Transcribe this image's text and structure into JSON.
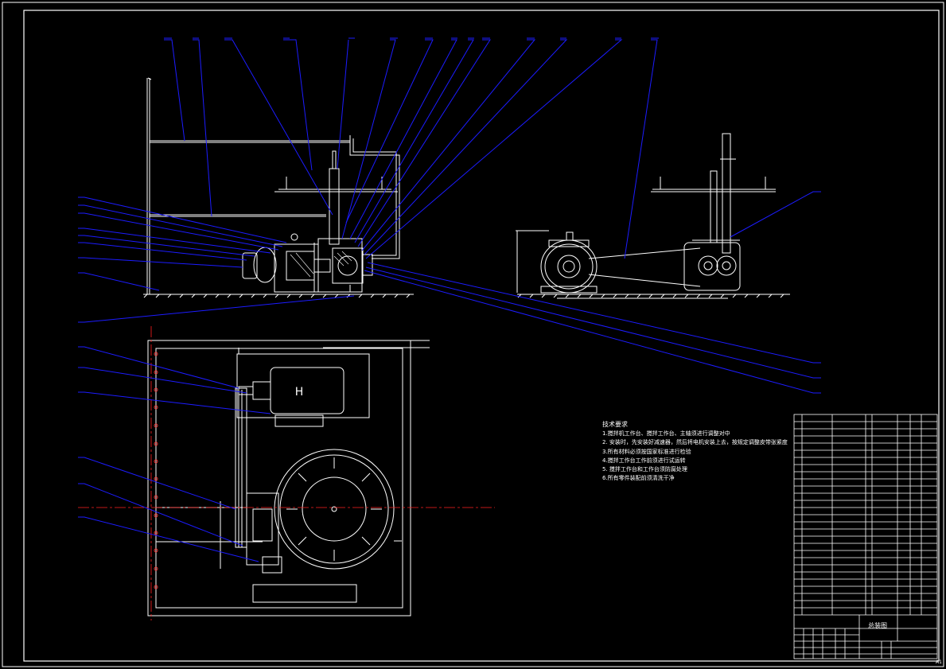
{
  "drawing": {
    "title_block_name": "总装图",
    "sheet_mark": "A1",
    "main_body_text": "H",
    "technical_requirements": {
      "heading": "技术要求",
      "items": [
        "1.搅拌机工作台、搅拌工作台、主轴须进行调整对中",
        "2. 安装时，先安装好减速器，然后将电机安装上去，按规定调整皮带张紧度",
        "3.所有材料必须按国家标准进行检验",
        "4.搅拌工作台工作前须进行试运转",
        "5. 搅拌工作台和工作台须防腐处理",
        "6.所有零件装配前须清洗干净"
      ]
    },
    "colors": {
      "background": "#000000",
      "lines": "#ffffff",
      "leaders": "#1c1cff",
      "centerline": "#ff2020"
    }
  }
}
